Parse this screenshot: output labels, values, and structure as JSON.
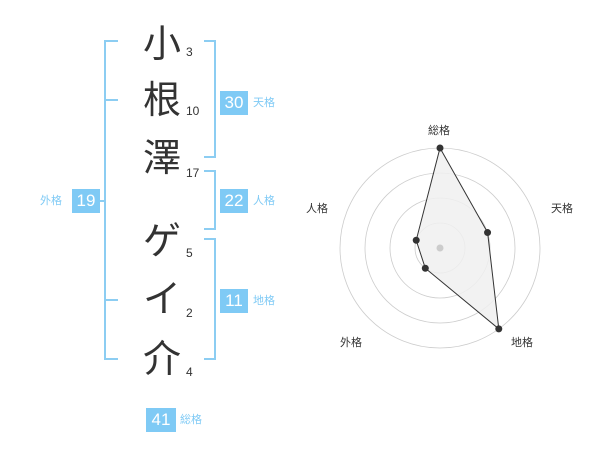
{
  "name_chars": [
    {
      "char": "小",
      "strokes": "3"
    },
    {
      "char": "根",
      "strokes": "10"
    },
    {
      "char": "澤",
      "strokes": "17"
    },
    {
      "char": "ゲ",
      "strokes": "5"
    },
    {
      "char": "イ",
      "strokes": "2"
    },
    {
      "char": "介",
      "strokes": "4"
    }
  ],
  "fortune": {
    "tenkaku": {
      "value": "30",
      "label": "天格"
    },
    "jinkaku": {
      "value": "22",
      "label": "人格"
    },
    "chikaku": {
      "value": "11",
      "label": "地格"
    },
    "gaikaku": {
      "value": "19",
      "label": "外格"
    },
    "soukaku": {
      "value": "41",
      "label": "総格"
    }
  },
  "chart_data": {
    "type": "radar",
    "axes": [
      "総格",
      "天格",
      "地格",
      "外格",
      "人格"
    ],
    "values": [
      4,
      2,
      4,
      1,
      1
    ],
    "max": 4,
    "rings": 4,
    "colors": {
      "fill": "#f0f0f0",
      "line": "#333333",
      "grid": "#cccccc",
      "center": "#cccccc"
    }
  }
}
